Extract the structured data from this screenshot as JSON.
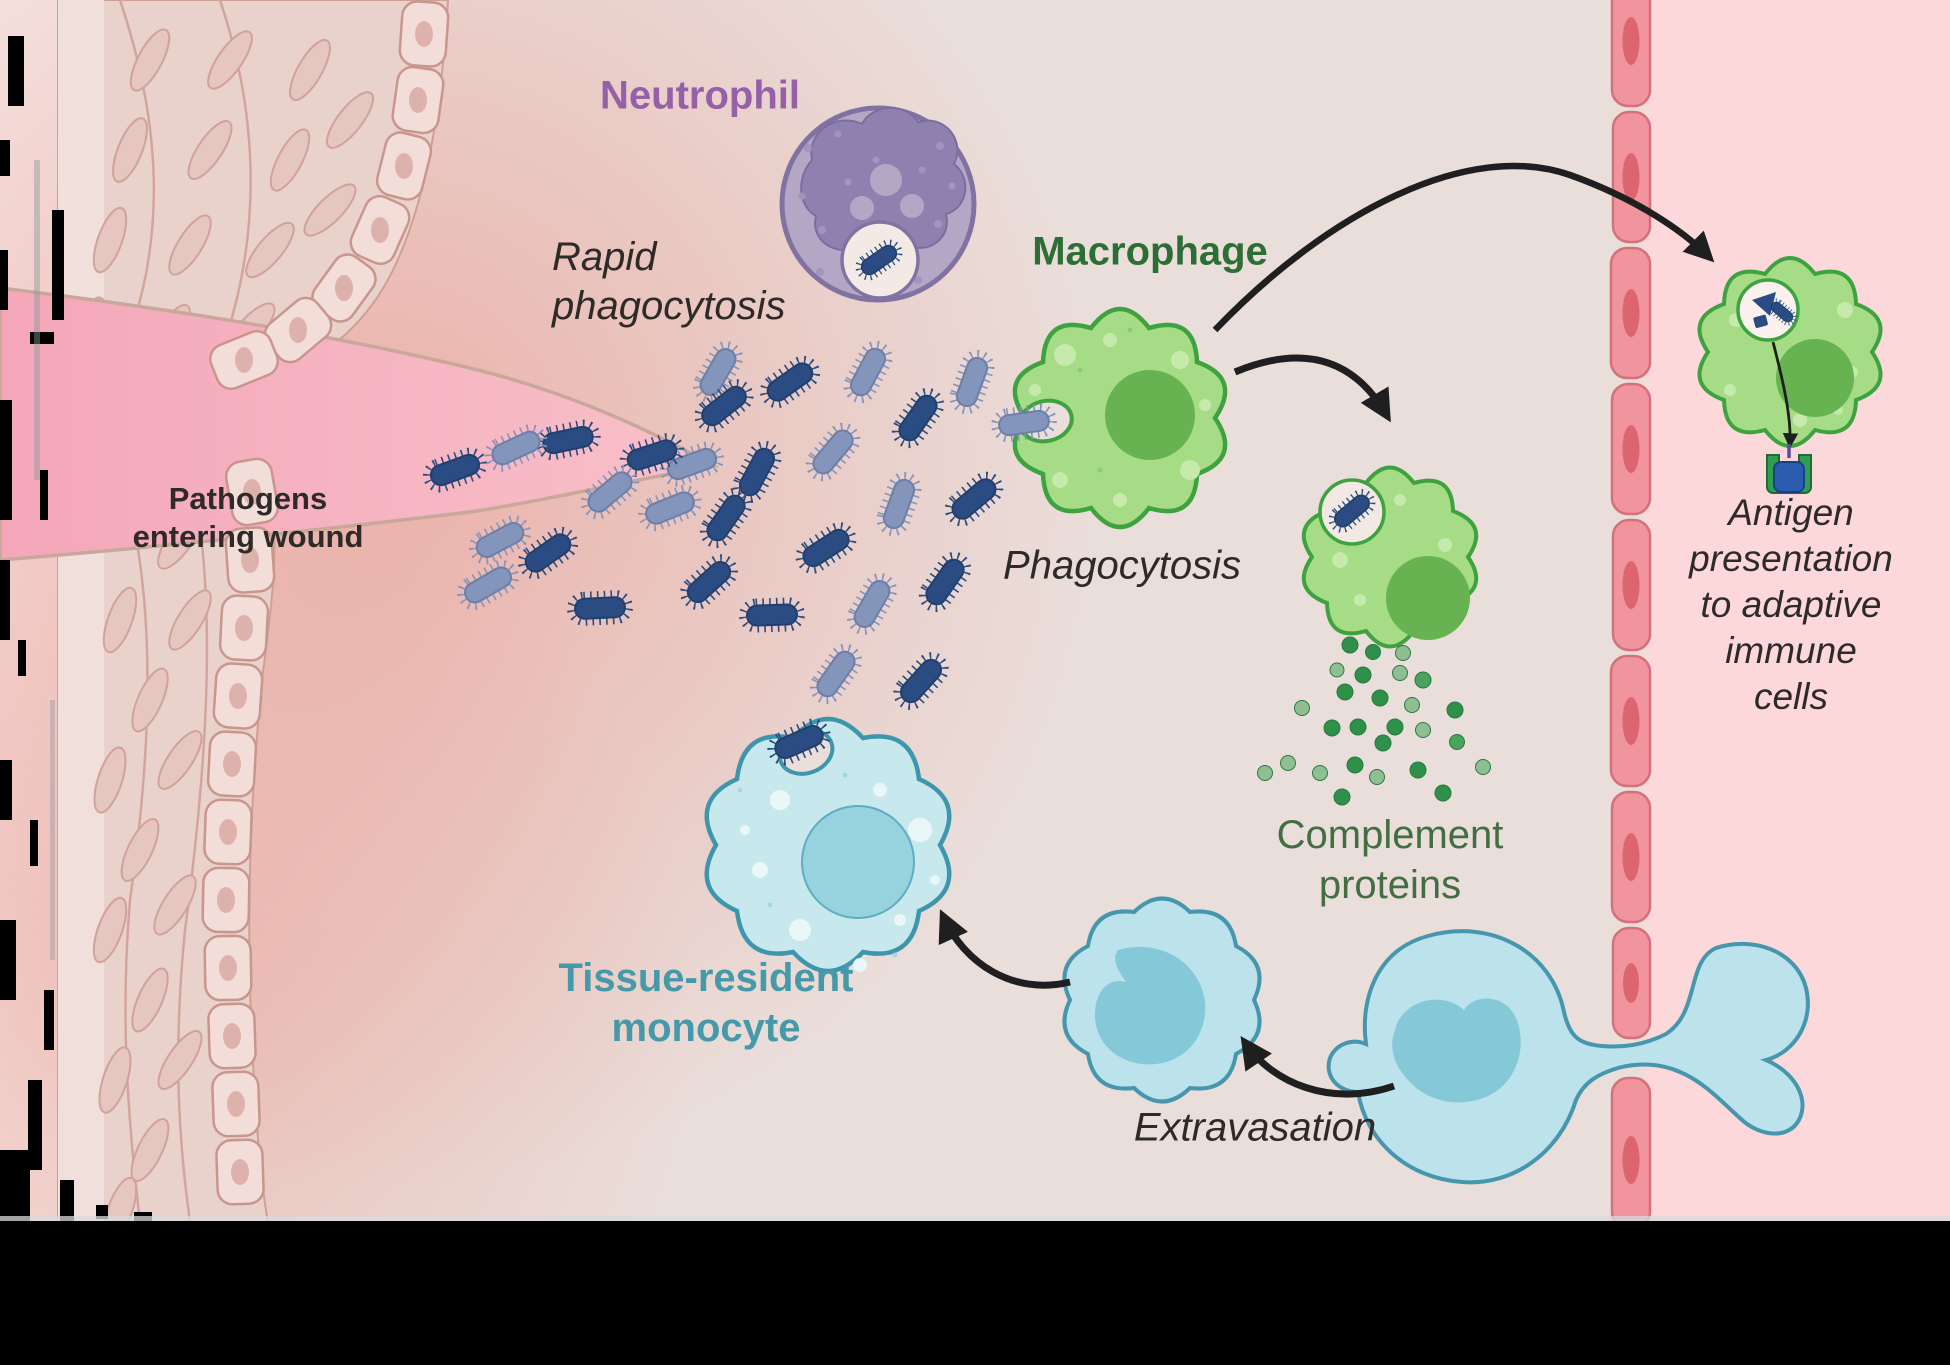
{
  "figure": {
    "type": "innate-immune-response-wound-diagram",
    "labels": {
      "neutrophil": {
        "text": "Neutrophil",
        "color": "#9660a8",
        "style": "bold"
      },
      "rapid_phagocytosis": {
        "text": "Rapid\nphagocytosis",
        "color": "#2d2a27",
        "style": "italic"
      },
      "macrophage": {
        "text": "Macrophage",
        "color": "#2c6e35",
        "style": "bold"
      },
      "phagocytosis": {
        "text": "Phagocytosis",
        "color": "#2d2a27",
        "style": "italic"
      },
      "pathogens_entering_wound": {
        "text": "Pathogens\nentering wound",
        "color": "#2d2a27",
        "style": "bold"
      },
      "complement_proteins": {
        "text": "Complement\nproteins",
        "color": "#426e42",
        "style": "regular"
      },
      "tissue_resident_monocyte": {
        "text": "Tissue-resident\nmonocyte",
        "color": "#4599a8",
        "style": "bold"
      },
      "extravasation": {
        "text": "Extravasation",
        "color": "#2d2a27",
        "style": "italic"
      },
      "antigen_presentation": {
        "text": "Antigen\npresentation\nto adaptive\nimmune\ncells",
        "color": "#2d2a27",
        "style": "italic"
      }
    },
    "icons": [
      {
        "name": "neutrophil-cell",
        "color": "#b4a7c6"
      },
      {
        "name": "macrophage-cell",
        "color": "#a6dc85"
      },
      {
        "name": "tissue-resident-monocyte-cell",
        "color": "#c7e9ed"
      },
      {
        "name": "extravasating-monocyte-cell",
        "color": "#bce2eb"
      },
      {
        "name": "antigen-presenting-macrophage-cell",
        "color": "#a6dc85"
      },
      {
        "name": "pathogen-bacterium-dark",
        "color": "#2b4c82"
      },
      {
        "name": "pathogen-bacterium-light",
        "color": "#8495bc"
      },
      {
        "name": "complement-protein-dot",
        "color": "#2f9049"
      },
      {
        "name": "mhc-antigen-receptor",
        "color": "#2f9e51"
      },
      {
        "name": "blood-vessel-endothelium",
        "color": "#f0959e"
      },
      {
        "name": "skin-epithelium",
        "color": "#ead2cc"
      },
      {
        "name": "wound-opening",
        "color": "#f6afbf"
      },
      {
        "name": "flow-arrow",
        "color": "#1f1f1f"
      }
    ],
    "background": {
      "tissue": "#eadeda",
      "vessel_lumen": "#fcd8db",
      "bottom_bar": "#000000"
    }
  }
}
